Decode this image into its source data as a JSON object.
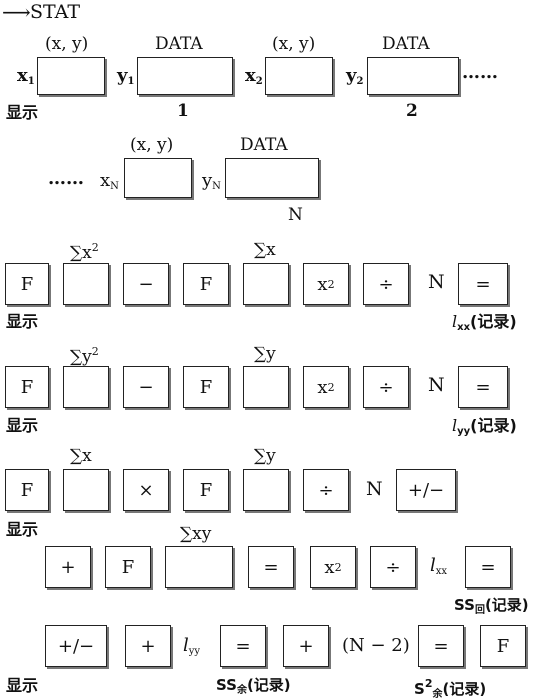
{
  "header": {
    "arrow": "⟶",
    "mode": "STAT"
  },
  "entry": {
    "xy_label": "(x, y)",
    "data_label": "DATA",
    "x": "x",
    "y": "y",
    "n1": "1",
    "n2": "2",
    "nN": "N",
    "sub1": "1",
    "sub2": "2",
    "subN": "N",
    "dots": "……",
    "display": "显示"
  },
  "keys": {
    "F": "F",
    "minus": "−",
    "x2": "x",
    "x2sup": "2",
    "div": "÷",
    "eq": "=",
    "times": "×",
    "pm": "+/−",
    "plus": "+",
    "N": "N",
    "n_minus_2": "(N − 2)"
  },
  "labels": {
    "sum_x2": "∑x",
    "sum_y2": "∑y",
    "sq": "2",
    "sum_x": "∑x",
    "sum_y": "∑y",
    "sum_xy": "∑xy",
    "display": "显示",
    "l": "l",
    "xx": "xx",
    "yy": "yy",
    "record": "(记录)",
    "ss_reg": "SS",
    "ss_reg_sub": "回",
    "ss_res": "SS",
    "ss_res_sub": "余",
    "s2": "S",
    "s2_sup": "2",
    "s2_sub": "余"
  }
}
